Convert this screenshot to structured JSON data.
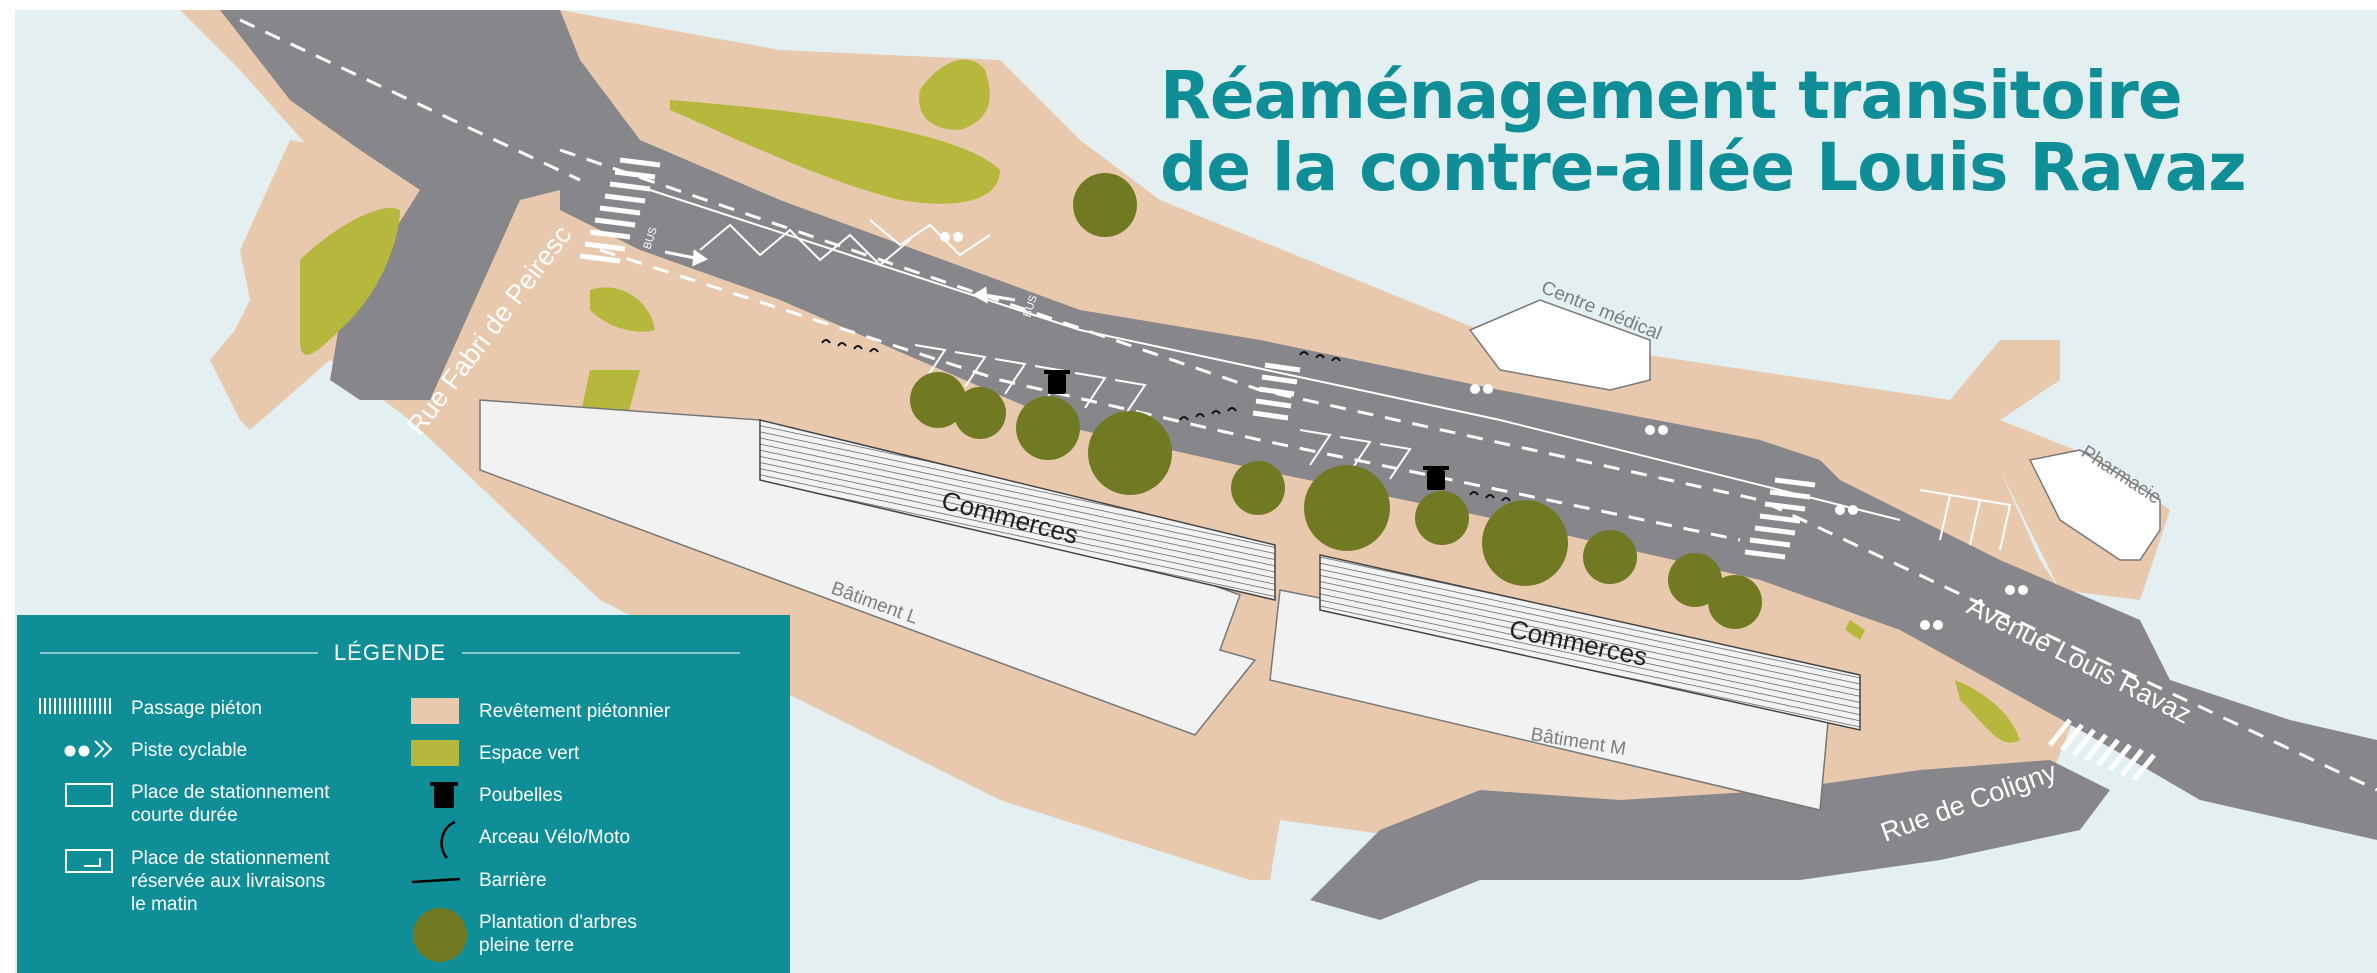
{
  "title": {
    "line1": "Réaménagement transitoire",
    "line2": "de la contre-allée Louis Ravaz"
  },
  "streets": {
    "fabri": "Rue Fabri de Peiresc",
    "ravaz": "Avenue Louis Ravaz",
    "coligny": "Rue de Coligny"
  },
  "buildings": {
    "centre_medical": "Centre médical",
    "pharmacie": "Pharmacie",
    "batiment_l": "Bâtiment L",
    "batiment_m": "Bâtiment M",
    "commerces_1": "Commerces",
    "commerces_2": "Commerces"
  },
  "road_markings": {
    "bus1": "BUS",
    "bus2": "BUS"
  },
  "legend": {
    "title": "LÉGENDE",
    "items": [
      {
        "label": "Passage piéton"
      },
      {
        "label": "Piste cyclable"
      },
      {
        "label": "Place de stationnement",
        "label2": "courte durée"
      },
      {
        "label": "Place de stationnement",
        "label2": "réservée aux livraisons",
        "label3": "le matin"
      },
      {
        "label": "Revêtement piétonnier"
      },
      {
        "label": "Espace vert"
      },
      {
        "label": "Poubelles"
      },
      {
        "label": "Arceau Vélo/Moto"
      },
      {
        "label": "Barrière"
      },
      {
        "label": "Plantation d'arbres",
        "label2": "pleine terre"
      }
    ]
  },
  "colors": {
    "water": "#e3eff0",
    "pavement": "#e8c9ad",
    "road": "#87868b",
    "green_space": "#b5b83c",
    "tree": "#717a23",
    "building": "#f2f2f2",
    "legend_bg": "#0f8e97",
    "title": "#0f8e97"
  },
  "icons": {
    "trash": "trash-bin-icon",
    "bike": "bicycle-icon",
    "arrow": "arrow-icon"
  }
}
